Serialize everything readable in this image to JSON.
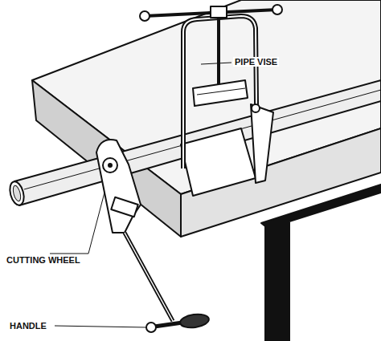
{
  "diagram": {
    "labels": [
      "PIPE VISE",
      "CUTTING WHEEL",
      "HANDLE"
    ]
  }
}
